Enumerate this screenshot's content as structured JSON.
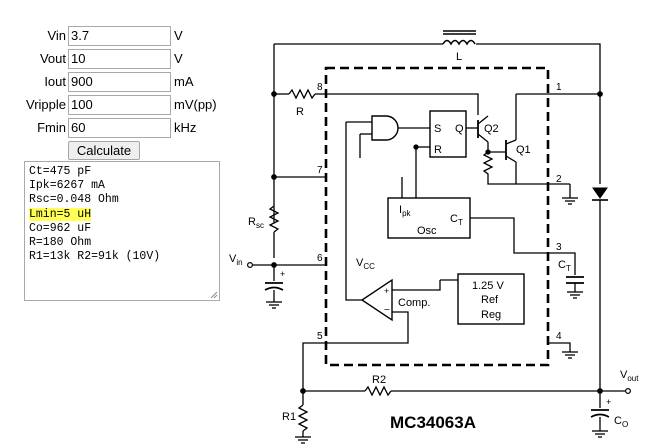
{
  "form": {
    "fields": [
      {
        "label": "Vin",
        "value": "3.7",
        "unit": "V"
      },
      {
        "label": "Vout",
        "value": "10",
        "unit": "V"
      },
      {
        "label": "Iout",
        "value": "900",
        "unit": "mA"
      },
      {
        "label": "Vripple",
        "value": "100",
        "unit": "mV(pp)"
      },
      {
        "label": "Fmin",
        "value": "60",
        "unit": "kHz"
      }
    ],
    "calculate_label": "Calculate"
  },
  "results": [
    "Ct=475 pF",
    "Ipk=6267 mA",
    "Rsc=0.048 Ohm",
    "Lmin=5 uH",
    "Co=962 uF",
    "R=180 Ohm",
    "R1=13k R2=91k (10V)"
  ],
  "highlight_color": "#ffff55",
  "schematic": {
    "title": "MC34063A",
    "labels": {
      "L": "L",
      "R": "R",
      "Rsc": "R",
      "Rsc_sub": "sc",
      "Vin": "V",
      "Vin_sub": "in",
      "Vcc": "V",
      "Vcc_sub": "CC",
      "Q1": "Q1",
      "Q2": "Q2",
      "S": "S",
      "Q": "Q",
      "Rff": "R",
      "Ipk": "I",
      "Ipk_sub": "pk",
      "Osc": "Osc",
      "CT": "C",
      "CT_sub": "T",
      "CText": "C",
      "CText_sub": "T",
      "ref1": "1.25 V",
      "ref2": "Ref",
      "ref3": "Reg",
      "comp": "Comp.",
      "plus": "+",
      "minus": "−",
      "R2": "R2",
      "R1": "R1",
      "Vout": "V",
      "Vout_sub": "out",
      "Co": "C",
      "Co_sub": "O",
      "cplus": "+",
      "cplus2": "+",
      "cplus3": "+"
    },
    "pins": [
      "8",
      "7",
      "6",
      "5",
      "1",
      "2",
      "3",
      "4"
    ]
  }
}
